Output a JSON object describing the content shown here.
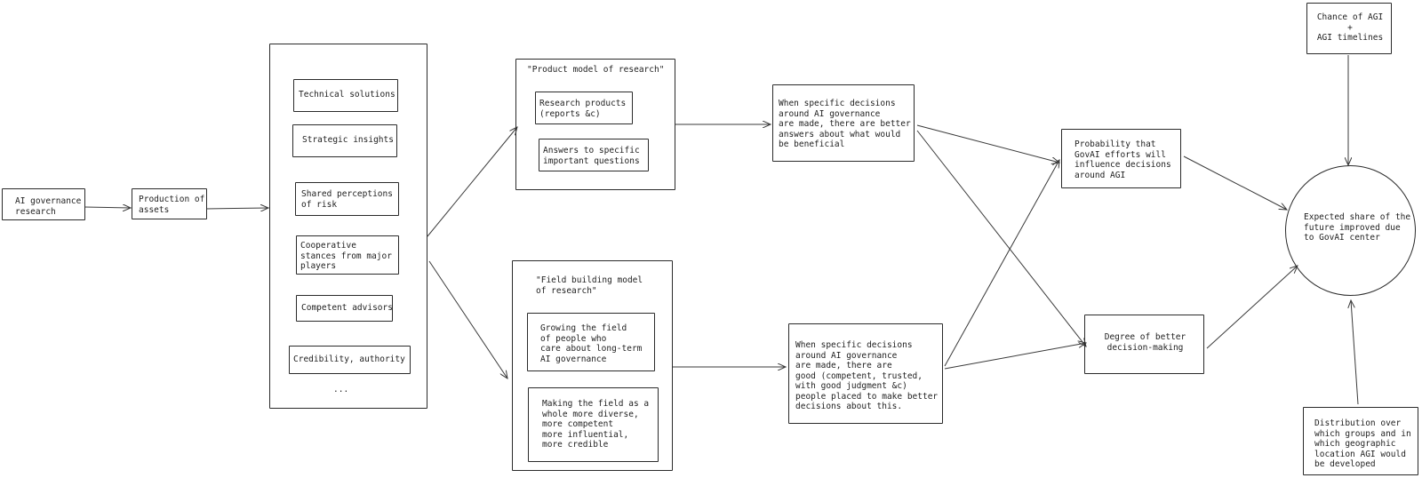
{
  "nodes": {
    "ai_gov_research": "AI governance\nresearch",
    "production_assets": "Production of\nassets",
    "assets": {
      "technical": "Technical solutions",
      "strategic": "Strategic insights",
      "shared_risk": "Shared perceptions\nof risk",
      "cooperative": "Cooperative\nstances from major\nplayers",
      "advisors": "Competent advisors",
      "credibility": "Credibility, authority",
      "ellipsis": "..."
    },
    "product_model": {
      "title": "\"Product model of research\"",
      "research_products": "Research products\n(reports &c)",
      "answers": "Answers to specific\nimportant questions"
    },
    "field_model": {
      "title": "\"Field building model\nof research\"",
      "growing": "Growing the field\nof people who\ncare about long-term\nAI governance",
      "diverse": "Making the field as a\nwhole more diverse,\nmore competent\nmore influential,\nmore credible"
    },
    "better_answers": "When specific decisions\naround AI governance\nare made, there are better\nanswers about what would\nbe beneficial",
    "good_people": "When specific decisions\naround AI governance\nare made, there are\ngood (competent, trusted,\nwith good judgment &c)\npeople placed to make better\ndecisions about this.",
    "probability": "Probability that\nGovAI efforts will\ninfluence decisions\naround AGI",
    "degree": "Degree of better\ndecision-making",
    "chance_agi": "Chance of AGI\n+\nAGI timelines",
    "distribution": "Distribution over\nwhich groups and in\nwhich geographic\nlocation AGI would\nbe developed",
    "expected_share": "Expected share of the\nfuture improved due\nto GovAI center"
  }
}
